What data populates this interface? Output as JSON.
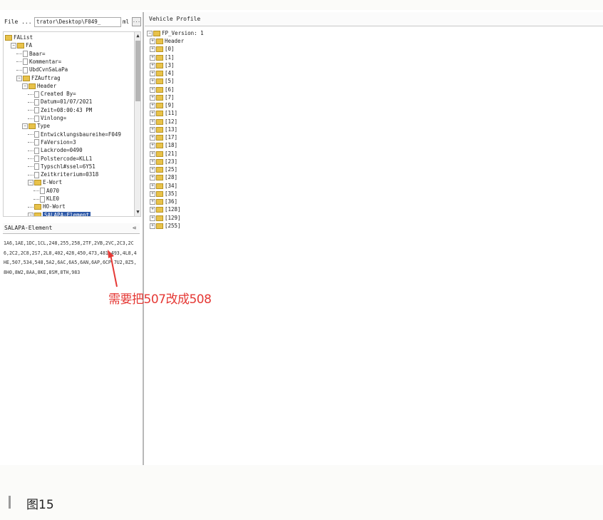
{
  "file_bar": {
    "label": "File ...",
    "path": "trator\\Desktop\\F049_",
    "ext": "ml",
    "browse": "..."
  },
  "tree": [
    {
      "text": "FAList",
      "indent": 0,
      "kind": "folder",
      "toggle": ""
    },
    {
      "text": "FA",
      "indent": 1,
      "kind": "folder",
      "toggle": "−"
    },
    {
      "text": "Baar=",
      "indent": 2,
      "kind": "file",
      "toggle": ""
    },
    {
      "text": "Kommentar=",
      "indent": 2,
      "kind": "file",
      "toggle": ""
    },
    {
      "text": "UbdCvnSaLaPa",
      "indent": 2,
      "kind": "file",
      "toggle": ""
    },
    {
      "text": "FZAuftrag",
      "indent": 2,
      "kind": "folder",
      "toggle": "−"
    },
    {
      "text": "Header",
      "indent": 3,
      "kind": "folder",
      "toggle": "−"
    },
    {
      "text": "Created By=",
      "indent": 4,
      "kind": "file",
      "toggle": ""
    },
    {
      "text": "Datum=01/07/2021",
      "indent": 4,
      "kind": "file",
      "toggle": ""
    },
    {
      "text": "Zeit=08:00:43 PM",
      "indent": 4,
      "kind": "file",
      "toggle": ""
    },
    {
      "text": "Vinlong=",
      "indent": 4,
      "kind": "file",
      "toggle": ""
    },
    {
      "text": "Type",
      "indent": 3,
      "kind": "folder",
      "toggle": "−"
    },
    {
      "text": "Entwicklungsbaureihe=F049",
      "indent": 4,
      "kind": "file",
      "toggle": ""
    },
    {
      "text": "FaVersion=3",
      "indent": 4,
      "kind": "file",
      "toggle": ""
    },
    {
      "text": "Lackrode=0490",
      "indent": 4,
      "kind": "file",
      "toggle": ""
    },
    {
      "text": "Polstercode=KLL1",
      "indent": 4,
      "kind": "file",
      "toggle": ""
    },
    {
      "text": "Typschl#ssel=6Y51",
      "indent": 4,
      "kind": "file",
      "toggle": ""
    },
    {
      "text": "Zeitkriterium=0318",
      "indent": 4,
      "kind": "file",
      "toggle": ""
    },
    {
      "text": "E-Wort",
      "indent": 4,
      "kind": "folder",
      "toggle": "−"
    },
    {
      "text": "A070",
      "indent": 5,
      "kind": "file",
      "toggle": ""
    },
    {
      "text": "KLE0",
      "indent": 5,
      "kind": "file",
      "toggle": ""
    },
    {
      "text": "HO-Wort",
      "indent": 4,
      "kind": "folder",
      "toggle": ""
    },
    {
      "text": "SALAPA-Element",
      "indent": 4,
      "kind": "folder",
      "toggle": "−",
      "selected": true
    }
  ],
  "salapa": {
    "title": "SALAPA-Element",
    "pin": "⊲",
    "text": "1A6,1AE,1DC,1CL,248,255,258,2TF,2VB,2VC,2C3,2C6,2C2,2C8,2S7,2L8,402,428,450,473,481,493,4L8,4HE,507,534,548,5A2,6AC,6A5,6AN,6AP,6CP,7U2,8Z5,8H0,8W2,8AA,8KE,8SM,8TH,983"
  },
  "vehicle_profile": {
    "title": "Vehicle Profile",
    "root": "FP_Version: 1",
    "items": [
      "Header",
      "[0]",
      "[1]",
      "[3]",
      "[4]",
      "[5]",
      "[6]",
      "[7]",
      "[9]",
      "[11]",
      "[12]",
      "[13]",
      "[17]",
      "[18]",
      "[21]",
      "[23]",
      "[25]",
      "[28]",
      "[34]",
      "[35]",
      "[36]",
      "[128]",
      "[129]",
      "[255]"
    ]
  },
  "annotation": "需要把507改成508",
  "caption": "图15",
  "colors": {
    "annotation": "#e53935",
    "selection": "#2f5aa8",
    "folder": "#e8c24a"
  }
}
